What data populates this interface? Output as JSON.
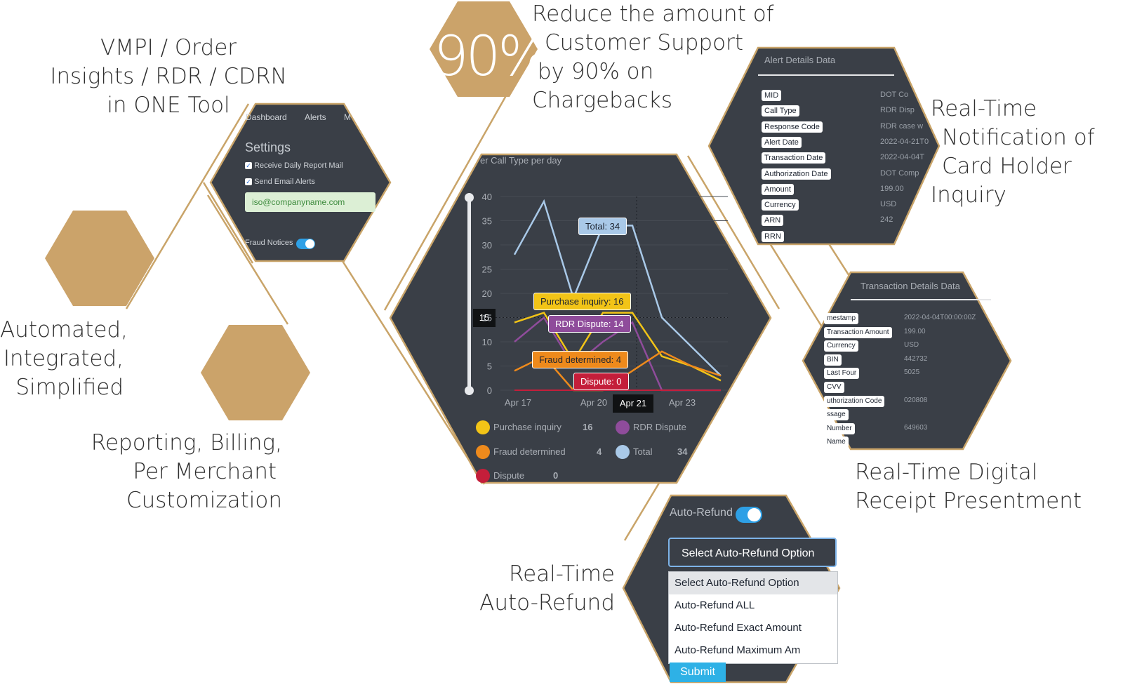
{
  "headline": {
    "percent": "90%",
    "line1": "Reduce the amount of",
    "line2": "Customer Support",
    "line3": "by 90% on",
    "line4": "Chargebacks"
  },
  "features": {
    "vmpi": {
      "line1": "VMPI / Order",
      "line2": "Insights / RDR / CDRN",
      "line3": "in ONE Tool"
    },
    "automated": {
      "line1": "Automated,",
      "line2": "Integrated,",
      "line3": "Simplified"
    },
    "reporting": {
      "line1": "Reporting, Billing,",
      "line2": "Per Merchant",
      "line3": "Customization"
    },
    "notification": {
      "line1": "Real-Time",
      "line2": "Notification of",
      "line3": "Card Holder",
      "line4": "Inquiry"
    },
    "receipt": {
      "line1": "Real-Time Digital",
      "line2": "Receipt Presentment"
    },
    "autorefund": {
      "line1": "Real-Time",
      "line2": "Auto-Refund"
    }
  },
  "settings_panel": {
    "nav": [
      "Dashboard",
      "Alerts",
      "M"
    ],
    "title": "Settings",
    "checkbox_daily": "Receive Daily Report Mail",
    "checkbox_email": "Send Email Alerts",
    "email_value": "iso@companyname.com",
    "fraud_label": "Fraud Notices"
  },
  "alert_panel": {
    "title": "Alert Details Data",
    "rows": [
      {
        "label": "MID",
        "value": "DOT Co"
      },
      {
        "label": "Call Type",
        "value": "RDR Disp"
      },
      {
        "label": "Response Code",
        "value": "RDR case w"
      },
      {
        "label": "Alert Date",
        "value": "2022-04-21T0"
      },
      {
        "label": "Transaction Date",
        "value": "2022-04-04T"
      },
      {
        "label": "Authorization Date",
        "value": "DOT Comp"
      },
      {
        "label": "Amount",
        "value": "199.00"
      },
      {
        "label": "Currency",
        "value": "USD"
      },
      {
        "label": "ARN",
        "value": "242"
      },
      {
        "label": "RRN",
        "value": ""
      }
    ]
  },
  "transaction_panel": {
    "title": "Transaction Details Data",
    "rows": [
      {
        "label": "mestamp",
        "value": "2022-04-04T00:00:00Z"
      },
      {
        "label": "Transaction Amount",
        "value": "199.00"
      },
      {
        "label": "Currency",
        "value": "USD"
      },
      {
        "label": "BIN",
        "value": "442732"
      },
      {
        "label": "Last Four",
        "value": "5025"
      },
      {
        "label": "CVV",
        "value": ""
      },
      {
        "label": "uthorization Code",
        "value": "020808"
      },
      {
        "label": "ssage",
        "value": ""
      },
      {
        "label": "Number",
        "value": "649603"
      },
      {
        "label": "Name",
        "value": ""
      }
    ]
  },
  "autorefund_panel": {
    "label": "Auto-Refund",
    "select_value": "Select Auto-Refund Option",
    "options": [
      "Select Auto-Refund Option",
      "Auto-Refund ALL",
      "Auto-Refund Exact Amount",
      "Auto-Refund Maximum Am"
    ],
    "submit": "Submit"
  },
  "chart_data": {
    "type": "line",
    "title": "er Call Type per day",
    "x_ticks": [
      "Apr 17",
      "Apr 20",
      "Apr 21",
      "Apr 23"
    ],
    "x_index_range": [
      0,
      7
    ],
    "x_tick_index": [
      0,
      3,
      4,
      6
    ],
    "ylim": [
      0,
      40
    ],
    "y_ticks": [
      0,
      5,
      10,
      15,
      20,
      25,
      30,
      35,
      40
    ],
    "slider_value": 15,
    "hover_x": "Apr 21",
    "series": [
      {
        "name": "Total",
        "color": "#a9c9e8",
        "values": [
          28,
          39,
          19,
          34,
          34,
          15,
          9,
          3
        ]
      },
      {
        "name": "Purchase inquiry",
        "color": "#f2c417",
        "values": [
          14,
          16,
          6,
          16,
          16,
          7,
          5,
          2
        ]
      },
      {
        "name": "RDR Dispute",
        "color": "#8f4c9b",
        "values": [
          10,
          15,
          5,
          10,
          14,
          0,
          0,
          0
        ]
      },
      {
        "name": "Fraud determined",
        "color": "#ee8a1c",
        "values": [
          4,
          7,
          0,
          0,
          4,
          8,
          5,
          3
        ]
      },
      {
        "name": "Dispute",
        "color": "#c41e3a",
        "values": [
          0,
          0,
          0,
          0,
          0,
          0,
          0,
          0
        ]
      }
    ],
    "tooltips": [
      {
        "text": "Total: 34",
        "series": "Total"
      },
      {
        "text": "Purchase inquiry: 16",
        "series": "Purchase inquiry"
      },
      {
        "text": "RDR Dispute: 14",
        "series": "RDR Dispute"
      },
      {
        "text": "Fraud determined: 4",
        "series": "Fraud determined"
      },
      {
        "text": "Dispute: 0",
        "series": "Dispute"
      }
    ],
    "legend": [
      {
        "name": "Purchase inquiry",
        "value": "16",
        "color": "#f2c417"
      },
      {
        "name": "RDR Dispute",
        "value": "",
        "color": "#8f4c9b"
      },
      {
        "name": "Fraud determined",
        "value": "4",
        "color": "#ee8a1c"
      },
      {
        "name": "Total",
        "value": "34",
        "color": "#a9c9e8"
      },
      {
        "name": "Dispute",
        "value": "0",
        "color": "#c41e3a"
      }
    ]
  },
  "colors": {
    "gold": "#cba36a",
    "line": "#c9a469",
    "panel": "#3a3f47",
    "text": "#2f2f2f"
  }
}
